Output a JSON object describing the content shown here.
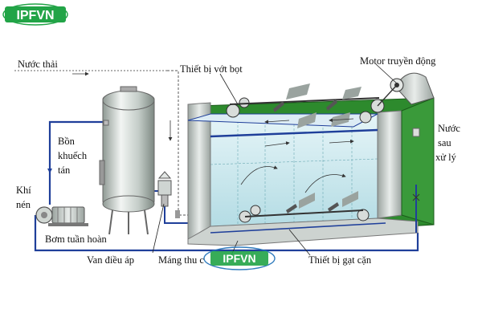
{
  "logo": {
    "text": "IPFVN"
  },
  "labels": {
    "nuoc_thai": "Nước thải",
    "thiet_bi_vot_bot": "Thiết bị vớt bọt",
    "motor": "Motor truyền động",
    "nuoc_sau_xu_ly": [
      "Nước",
      "sau",
      "xử lý"
    ],
    "bon_khuech_tan": [
      "Bồn",
      "khuếch",
      "tán"
    ],
    "khi_nen": [
      "Khí",
      "nén"
    ],
    "bom_tuan_hoan": "Bơm tuần hoàn",
    "van_dieu_ap": "Van điều áp",
    "mang_thu": "Máng thu c",
    "thiet_bi_gat_can": "Thiết bị gạt cặn"
  },
  "colors": {
    "logo_green": "#22a447",
    "logo_blue": "#1c6fb8",
    "pipe_blue": "#1f3f9a",
    "tank_green": "#2d8a2d",
    "tank_green_dark": "#1f6a1f",
    "water": "#bfe4ea",
    "vessel": "#c8d1cc"
  },
  "icons": [
    "logo-mark",
    "pump-icon",
    "valve-icon",
    "motor-icon"
  ]
}
